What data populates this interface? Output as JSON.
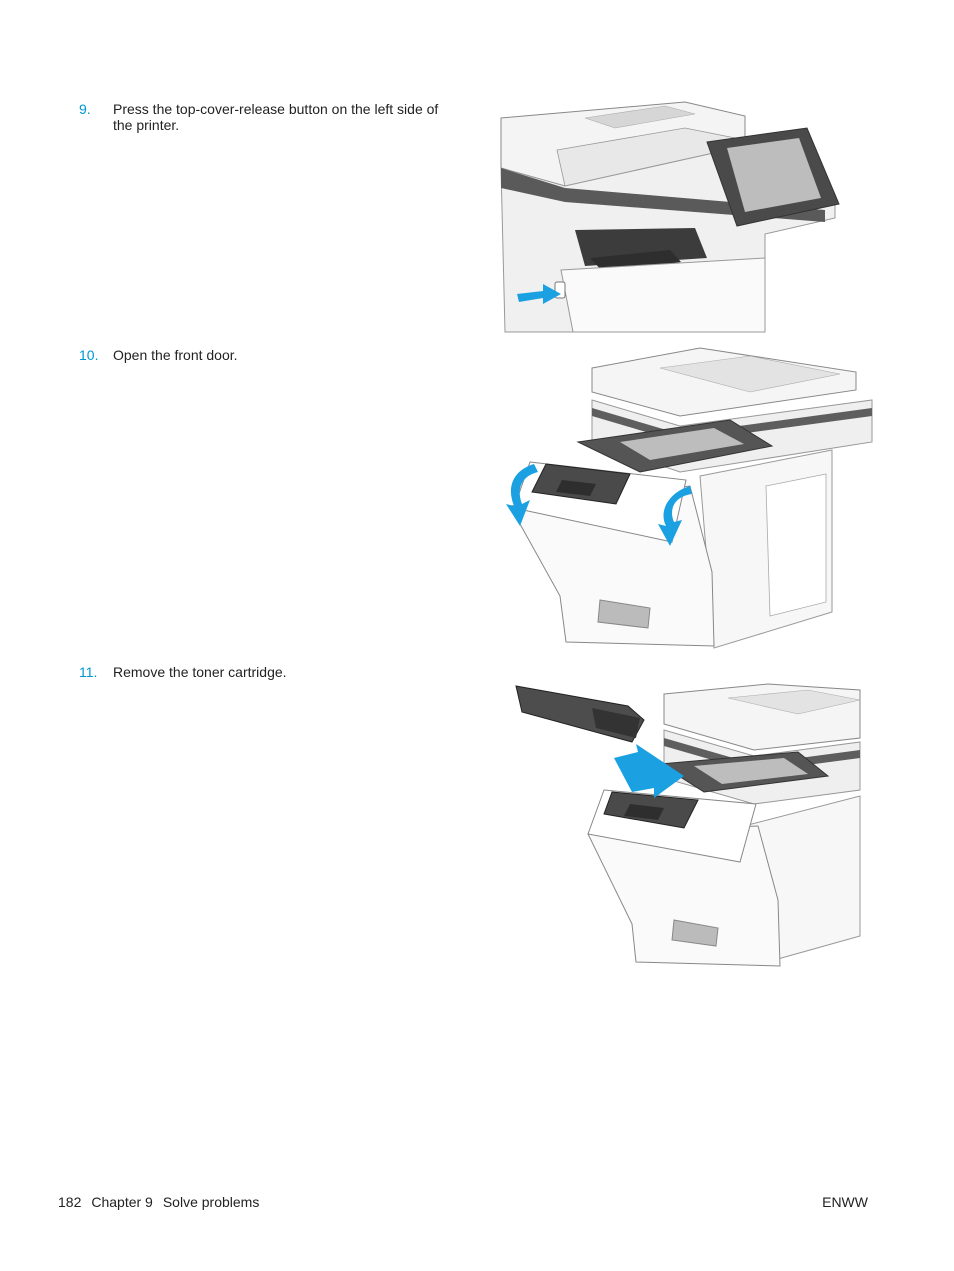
{
  "steps": [
    {
      "number": "9.",
      "text": "Press the top-cover-release button on the left side of the printer."
    },
    {
      "number": "10.",
      "text": "Open the front door."
    },
    {
      "number": "11.",
      "text": "Remove the toner cartridge."
    }
  ],
  "footer": {
    "page_number": "182",
    "chapter": "Chapter 9",
    "section": "Solve problems",
    "right": "ENWW"
  },
  "colors": {
    "accent": "#0096d6",
    "arrow": "#1ba1e2",
    "panel": "#444444"
  }
}
